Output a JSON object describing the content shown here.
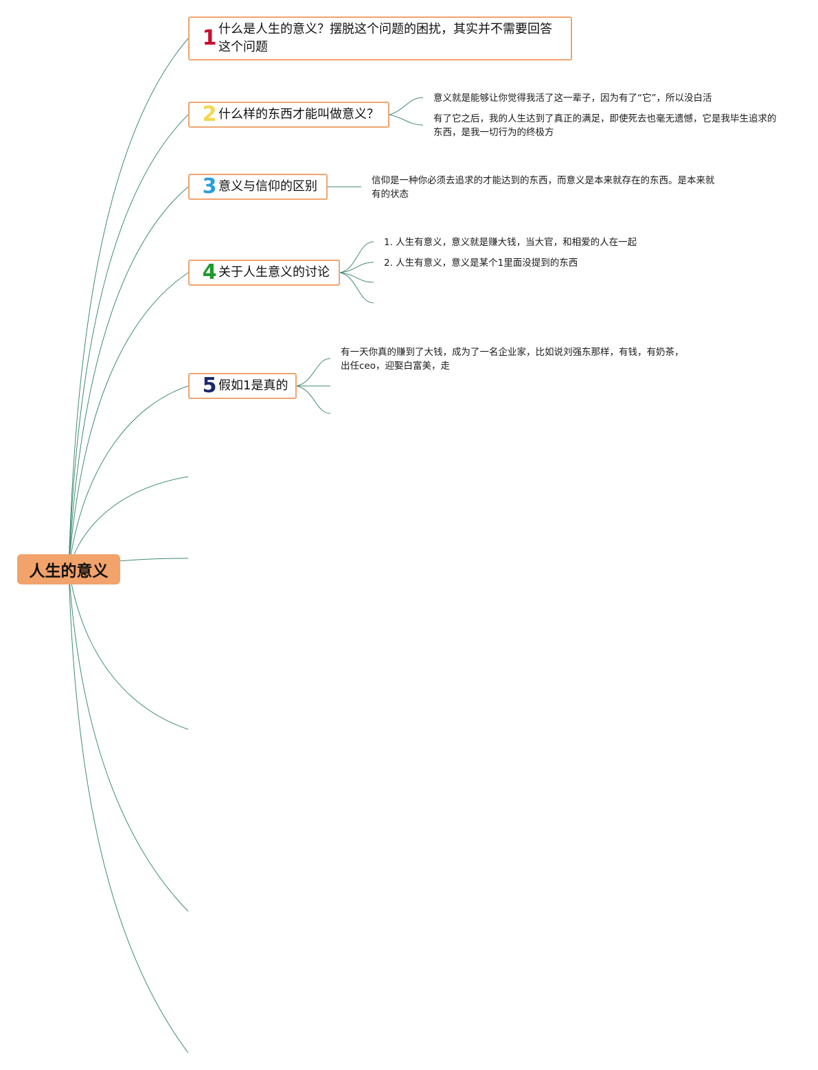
{
  "root": {
    "label": "人生的意义",
    "color": "#f2a36b"
  },
  "topics": [
    {
      "number": "1",
      "number_color": "#c8102e",
      "text": "什么是人生的意义？摆脱这个问题的困扰，其实并不需要回答这个问题"
    },
    {
      "number": "2",
      "number_color": "#f2d74e",
      "text": "什么样的东西才能叫做意义？"
    },
    {
      "number": "3",
      "number_color": "#2a9fd8",
      "text": "意义与信仰的区别"
    },
    {
      "number": "4",
      "number_color": "#1f9a2c",
      "text": "关于人生意义的讨论"
    },
    {
      "number": "5",
      "number_color": "#1b2a6b",
      "text": "假如1是真的"
    }
  ],
  "subtopics": {
    "t2_a": "意义就是能够让你觉得我活了这一辈子，因为有了“它”，所以没白活",
    "t2_b": "有了它之后，我的人生达到了真正的满足，即使死去也毫无遗憾，它是我毕生追求的东西，是我一切行为的终极方",
    "t3_a": "信仰是一种你必须去追求的才能达到的东西，而意义是本来就存在的东西。是本来就有的状态",
    "t4_a": "1. 人生有意义，意义就是赚大钱，当大官，和相爱的人在一起",
    "t4_b": "2. 人生有意义，意义是某个1里面没提到的东西",
    "t5_a": "有一天你真的赚到了大钱，成为了一名企业家，比如说刘强东那样，有钱，有奶茶，出任ceo，迎娶白富美，走"
  },
  "line_color": "#3f8a76",
  "border_color": "#f0a46e"
}
